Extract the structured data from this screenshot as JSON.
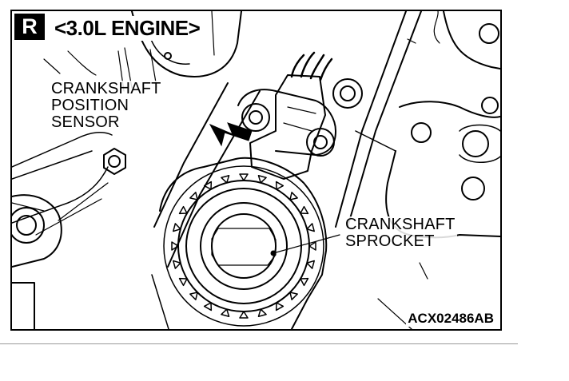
{
  "figure": {
    "badge": "R",
    "title": "<3.0L ENGINE>",
    "sensor_callout": {
      "line1": "CRANKSHAFT",
      "line2": "POSITION",
      "line3": "SENSOR"
    },
    "sprocket_callout": {
      "line1": "CRANKSHAFT",
      "line2": "SPROCKET"
    },
    "figure_code": "ACX02486AB"
  },
  "colors": {
    "ink": "#000000",
    "paper": "#ffffff",
    "separator": "#9a9a9a"
  }
}
